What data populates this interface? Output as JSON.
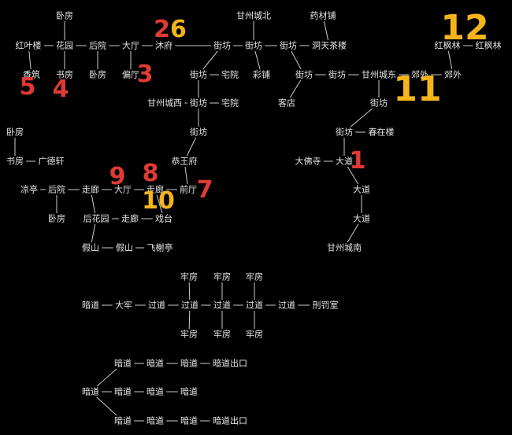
{
  "colors": {
    "background": "#000000",
    "text": "#e4e4e4",
    "line": "#cccccc",
    "red": "#e03a35",
    "gold": "#f4b41a"
  },
  "nodes": [
    {
      "label": "卧房"
    },
    {
      "label": "红叶楼"
    },
    {
      "label": "花园"
    },
    {
      "label": "后院"
    },
    {
      "label": "大厅"
    },
    {
      "label": "沐府"
    },
    {
      "label": "香筑"
    },
    {
      "label": "书房"
    },
    {
      "label": "卧房"
    },
    {
      "label": "偏厅"
    },
    {
      "label": "甘州城北"
    },
    {
      "label": "药材铺"
    },
    {
      "label": "街坊"
    },
    {
      "label": "街坊"
    },
    {
      "label": "街坊"
    },
    {
      "label": "洞天茶楼"
    },
    {
      "label": "街坊"
    },
    {
      "label": "宅院"
    },
    {
      "label": "彩铺"
    },
    {
      "label": "街坊"
    },
    {
      "label": "街坊"
    },
    {
      "label": "甘州城东"
    },
    {
      "label": "郊外"
    },
    {
      "label": "郊外"
    },
    {
      "label": "红枫林"
    },
    {
      "label": "红枫林"
    },
    {
      "label": "客店"
    },
    {
      "label": "街坊"
    },
    {
      "label": "甘州城西"
    },
    {
      "label": "街坊"
    },
    {
      "label": "宅院"
    },
    {
      "label": "街坊"
    },
    {
      "label": "街坊"
    },
    {
      "label": "春在楼"
    },
    {
      "label": "恭王府"
    },
    {
      "label": "大佛寺"
    },
    {
      "label": "大道"
    },
    {
      "label": "卧房"
    },
    {
      "label": "书房"
    },
    {
      "label": "广德轩"
    },
    {
      "label": "凉亭"
    },
    {
      "label": "后院"
    },
    {
      "label": "走廊"
    },
    {
      "label": "大厅"
    },
    {
      "label": "走廊"
    },
    {
      "label": "前厅"
    },
    {
      "label": "大道"
    },
    {
      "label": "卧房"
    },
    {
      "label": "后花园"
    },
    {
      "label": "走廊"
    },
    {
      "label": "戏台"
    },
    {
      "label": "大道"
    },
    {
      "label": "假山"
    },
    {
      "label": "假山"
    },
    {
      "label": "飞榭亭"
    },
    {
      "label": "甘州城南"
    },
    {
      "label": "牢房"
    },
    {
      "label": "牢房"
    },
    {
      "label": "牢房"
    },
    {
      "label": "暗道"
    },
    {
      "label": "大牢"
    },
    {
      "label": "过道"
    },
    {
      "label": "过道"
    },
    {
      "label": "过道"
    },
    {
      "label": "过道"
    },
    {
      "label": "过道"
    },
    {
      "label": "刑罚室"
    },
    {
      "label": "牢房"
    },
    {
      "label": "牢房"
    },
    {
      "label": "牢房"
    },
    {
      "label": "暗道"
    },
    {
      "label": "暗道"
    },
    {
      "label": "暗道"
    },
    {
      "label": "暗道出口"
    },
    {
      "label": "暗道"
    },
    {
      "label": "暗道"
    },
    {
      "label": "暗道"
    },
    {
      "label": "暗道"
    },
    {
      "label": "暗道"
    },
    {
      "label": "暗道"
    },
    {
      "label": "暗道"
    },
    {
      "label": "暗道出口"
    }
  ],
  "markers": [
    {
      "text": "1",
      "color": "red"
    },
    {
      "text": "26",
      "color": "mixed"
    },
    {
      "text": "3",
      "color": "red"
    },
    {
      "text": "4",
      "color": "red"
    },
    {
      "text": "5",
      "color": "red"
    },
    {
      "text": "7",
      "color": "red"
    },
    {
      "text": "8",
      "color": "red"
    },
    {
      "text": "9",
      "color": "red"
    },
    {
      "text": "10",
      "color": "gold"
    },
    {
      "text": "11",
      "color": "gold"
    },
    {
      "text": "12",
      "color": "gold"
    }
  ]
}
